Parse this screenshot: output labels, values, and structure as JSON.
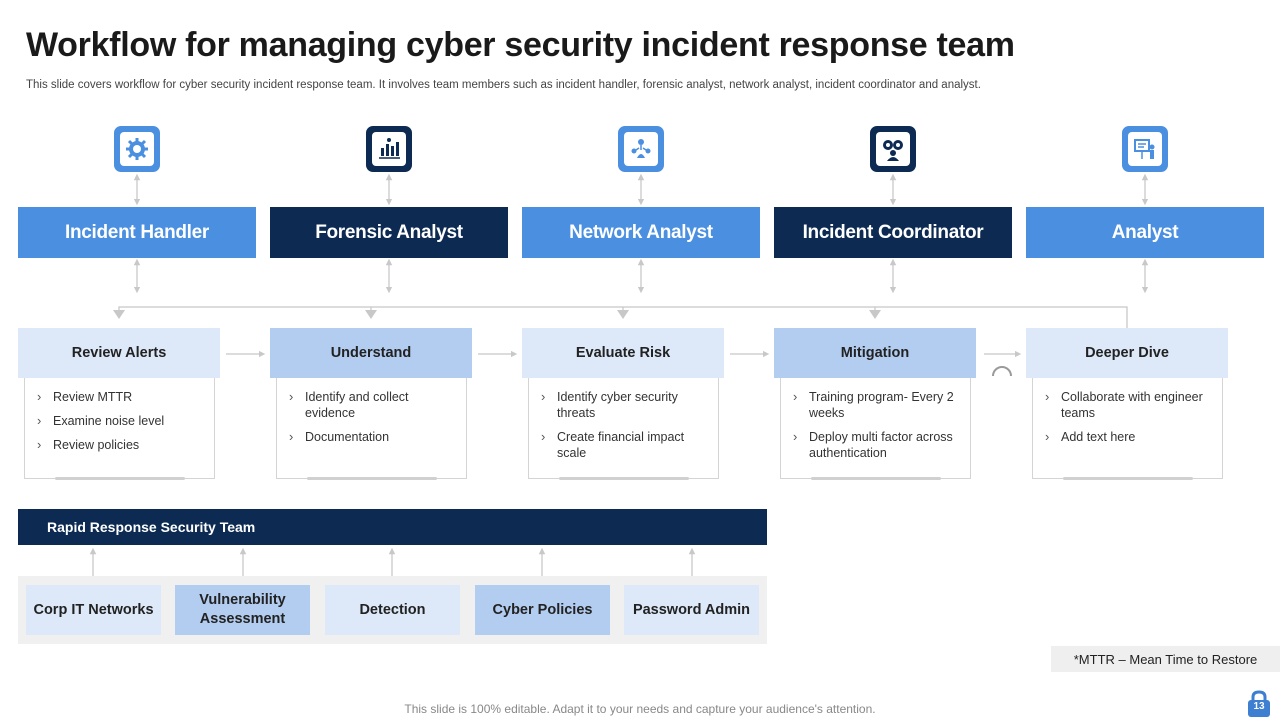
{
  "title": "Workflow for managing cyber security incident response team",
  "subtitle": "This slide covers workflow for cyber security incident response team. It involves team members such as incident handler, forensic analyst, network analyst, incident coordinator and analyst.",
  "roles": [
    {
      "label": "Incident Handler",
      "icon": "gear-shield-icon"
    },
    {
      "label": "Forensic Analyst",
      "icon": "team-chart-icon"
    },
    {
      "label": "Network Analyst",
      "icon": "network-people-icon"
    },
    {
      "label": "Incident Coordinator",
      "icon": "coordination-gears-icon"
    },
    {
      "label": "Analyst",
      "icon": "presentation-board-icon"
    }
  ],
  "steps": [
    {
      "label": "Review  Alerts",
      "bullets": [
        "Review  MTTR",
        "Examine noise level",
        "Review  policies"
      ]
    },
    {
      "label": "Understand",
      "bullets": [
        "Identify and collect evidence",
        "Documentation"
      ]
    },
    {
      "label": "Evaluate Risk",
      "bullets": [
        "Identify cyber security threats",
        "Create financial impact scale"
      ]
    },
    {
      "label": "Mitigation",
      "bullets": [
        "Training program- Every 2 weeks",
        "Deploy multi factor across authentication"
      ]
    },
    {
      "label": "Deeper Dive",
      "bullets": [
        "Collaborate with engineer teams",
        "Add text here"
      ]
    }
  ],
  "rapid_response": {
    "title": "Rapid Response  Security Team",
    "members": [
      "Corp IT Networks",
      "Vulnerability Assessment",
      "Detection",
      "Cyber Policies",
      "Password Admin"
    ]
  },
  "note": "*MTTR  – Mean Time to Restore",
  "footer": "This slide is 100% editable. Adapt it to your needs and capture your audience's attention.",
  "page_number": "13",
  "colors": {
    "light_blue": "#4a8fe0",
    "navy": "#0d2b52",
    "pale_blue": "#dde9f8",
    "mid_blue": "#b3cdf1"
  }
}
